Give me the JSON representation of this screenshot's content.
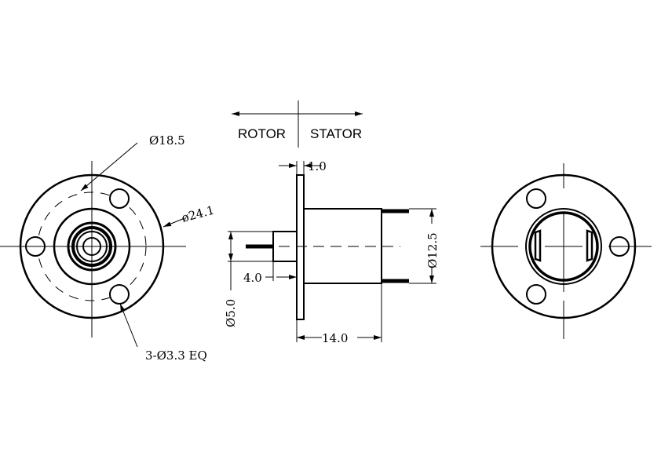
{
  "header": {
    "rotor": "ROTOR",
    "stator": "STATOR"
  },
  "front_view": {
    "pitch_circle_dim": "Ø18.5",
    "outer_dia_dim": "ø24.1",
    "holes_dim": "3-Ø3.3 EQ"
  },
  "side_view": {
    "flange_thickness_dim": "1.0",
    "shaft_length_dim": "4.0",
    "shaft_dia_dim": "Ø5.0",
    "body_length_dim": "14.0",
    "body_dia_dim": "Ø12.5"
  },
  "colors": {
    "line": "#000000",
    "background": "#ffffff"
  }
}
